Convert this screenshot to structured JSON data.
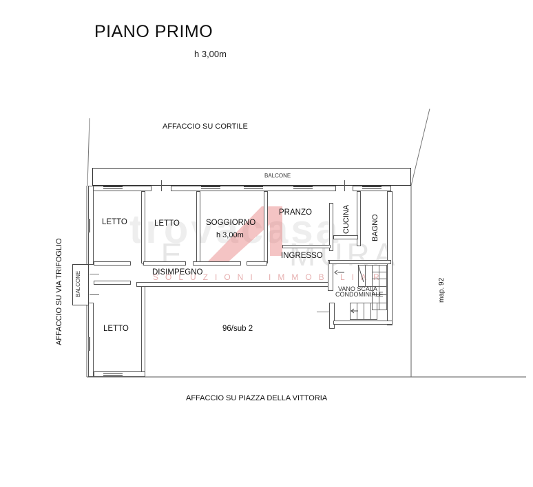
{
  "header": {
    "title": "PIANO PRIMO",
    "height_note": "h 3,00m"
  },
  "facades": {
    "north": "AFFACCIO SU CORTILE",
    "south": "AFFACCIO SU PIAZZA DELLA VITTORIA",
    "west": "AFFACCIO SU VIA TRIFOGLIO",
    "east_parcel": "map. 92"
  },
  "rooms": {
    "letto_1": "LETTO",
    "letto_2": "LETTO",
    "letto_3": "LETTO",
    "soggiorno": "SOGGIORNO",
    "soggiorno_height": "h 3,00m",
    "pranzo": "PRANZO",
    "cucina": "CUCINA",
    "bagno": "BAGNO",
    "ingresso": "INGRESSO",
    "disimpegno": "DISIMPEGNO",
    "vano_scala_1": "VANO SCALA",
    "vano_scala_2": "CONDOMINIALE",
    "unit_below": "96/sub 2"
  },
  "balconies": {
    "north": "BALCONE",
    "west": "BALCONE"
  },
  "watermark": {
    "brand_main": "LE   MURA",
    "brand_sub": "SOLUZIONI IMMOBILIARI",
    "brand_faint": "trovacasa",
    "accent_color": "#e05555"
  }
}
